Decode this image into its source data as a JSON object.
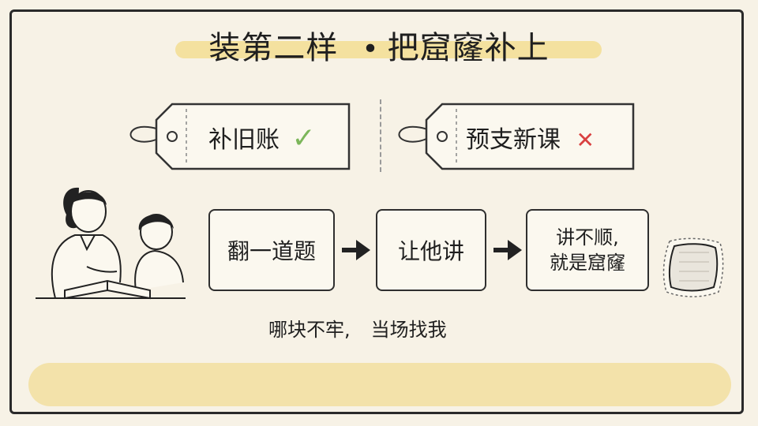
{
  "title": {
    "part1": "装第二样",
    "dot": "•",
    "part2": "把窟窿补上"
  },
  "tags": [
    {
      "label": "补旧账",
      "mark": "✓",
      "mark_color": "#7cb65a"
    },
    {
      "label": "预支新课",
      "mark": "✕",
      "mark_color": "#d94040"
    }
  ],
  "steps": [
    {
      "label": "翻一道题"
    },
    {
      "label": "让他讲"
    },
    {
      "line1": "讲不顺,",
      "line2": "就是窟窿"
    }
  ],
  "note": {
    "part1": "哪块不牢,",
    "part2": "当场找我"
  },
  "colors": {
    "background": "#f7f2e6",
    "highlight": "#f3dc8d",
    "check": "#7cb65a",
    "cross": "#d94040"
  },
  "icons": [
    "tag-string-icon",
    "mother-child-illustration",
    "arrow-right-icon",
    "patch-icon"
  ]
}
